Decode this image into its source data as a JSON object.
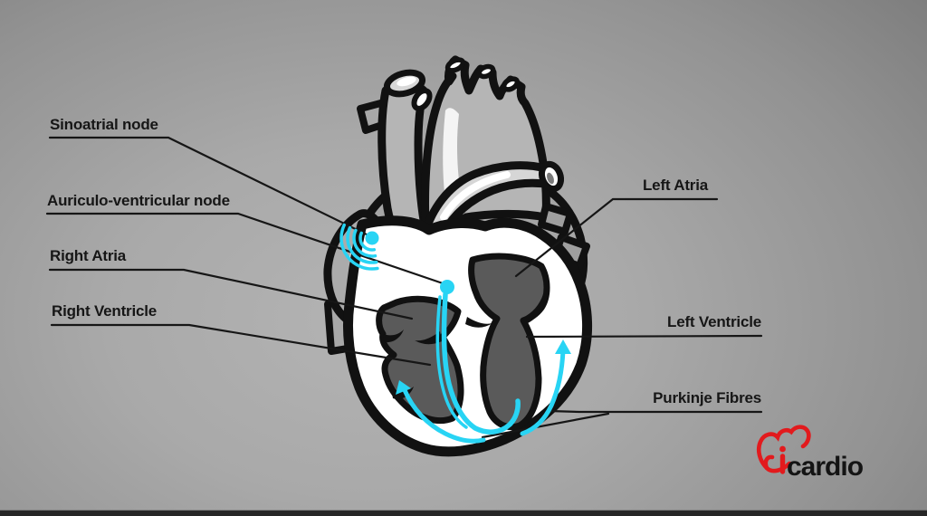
{
  "labels": {
    "sinoatrial_node": "Sinoatrial node",
    "auriculo_ventricular_node": "Auriculo-ventricular node",
    "right_atria": "Right Atria",
    "right_ventricle": "Right Ventricle",
    "left_atria": "Left Atria",
    "left_ventricle": "Left Ventricle",
    "purkinje_fibres": "Purkinje Fibres"
  },
  "logo": {
    "i": "i",
    "name": "cardio",
    "heart_color": "#e21a1d",
    "text_color": "#141414"
  },
  "colors": {
    "conduction_cyan": "#28d4f4",
    "outline_black": "#111111",
    "chamber_gray": "#5a5a5a",
    "heart_gray": "#a9a9a9",
    "wall_white": "#ffffff",
    "label_text": "#161616",
    "background_light": "#b3b3b3",
    "background_dark": "#6e6e6e",
    "bottom_bar": "#262626"
  }
}
